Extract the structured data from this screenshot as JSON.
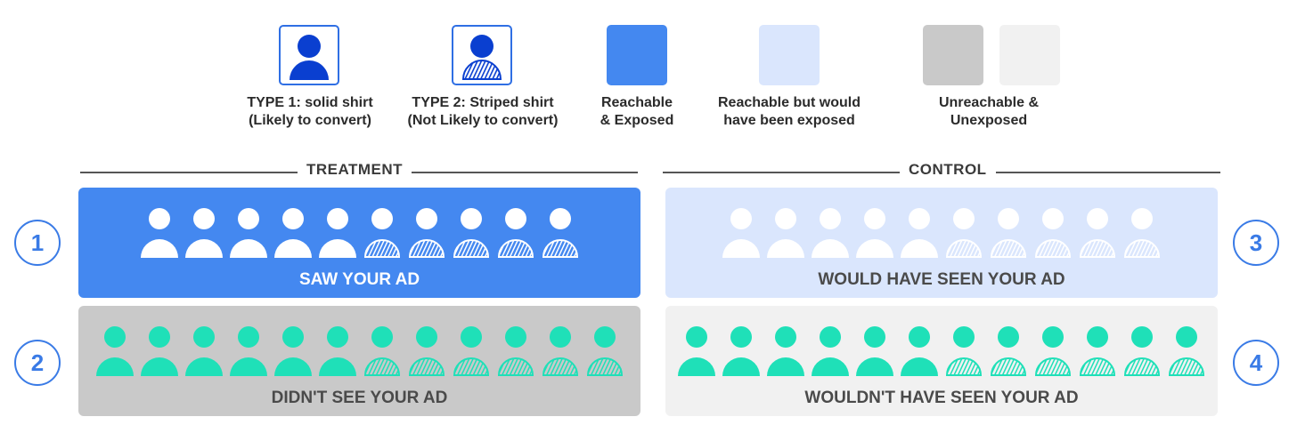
{
  "legend": {
    "type1": "TYPE 1: solid shirt\n(Likely to convert)",
    "type1_line1": "TYPE 1: solid shirt",
    "type1_line2": "(Likely to convert)",
    "type2_line1": "TYPE 2: Striped shirt",
    "type2_line2": "(Not Likely to convert)",
    "reach_line1": "Reachable",
    "reach_line2": "& Exposed",
    "would_line1": "Reachable but would",
    "would_line2": "have been exposed",
    "unreach_line1": "Unreachable &",
    "unreach_line2": "Unexposed"
  },
  "sections": {
    "treatment": "TREATMENT",
    "control": "CONTROL"
  },
  "panels": [
    {
      "id": "p1",
      "badge": "1",
      "label": "SAW YOUR AD",
      "solid": 5,
      "striped": 5,
      "bg": "#4488f0",
      "fig": "#ffffff",
      "stripe": "#4488f0",
      "text": "#ffffff"
    },
    {
      "id": "p2",
      "badge": "2",
      "label": "DIDN'T SEE YOUR AD",
      "solid": 6,
      "striped": 6,
      "bg": "#c9c9c9",
      "fig": "#1fe0b8",
      "stripe": "#c9c9c9",
      "text": "#4a4a4a"
    },
    {
      "id": "p3",
      "badge": "3",
      "label": "WOULD HAVE SEEN YOUR AD",
      "solid": 5,
      "striped": 5,
      "bg": "#dae6fd",
      "fig": "#ffffff",
      "stripe": "#dae6fd",
      "text": "#4a4a4a"
    },
    {
      "id": "p4",
      "badge": "4",
      "label": "WOULDN'T HAVE SEEN YOUR AD",
      "solid": 6,
      "striped": 6,
      "bg": "#f1f1f1",
      "fig": "#1fe0b8",
      "stripe": "#f1f1f1",
      "text": "#4a4a4a"
    }
  ],
  "colors": {
    "icon_blue": "#0a3fd0",
    "reachable": "#4488f0",
    "would": "#dae6fd",
    "unreach_dark": "#c9c9c9",
    "unreach_light": "#f1f1f1",
    "badge": "#3a7be6"
  }
}
